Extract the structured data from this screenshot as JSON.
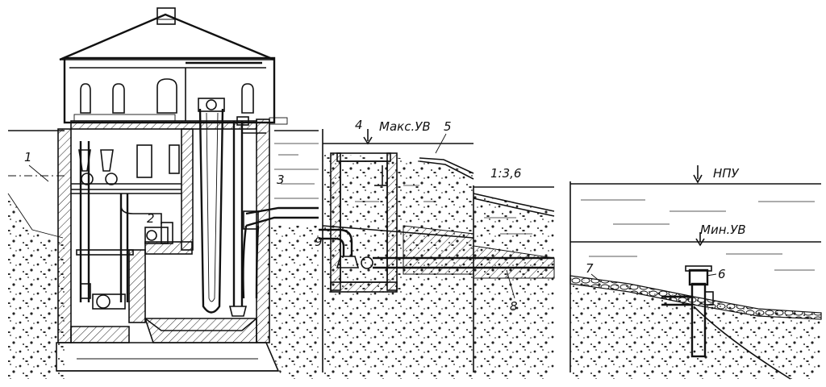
{
  "labels": {
    "l1": "1",
    "l2": "2",
    "l3": "3",
    "l4": "4",
    "l5": "5",
    "l6": "6",
    "l7": "7",
    "l8": "8",
    "l9": "9",
    "max_level": "Макс.УВ",
    "slope": "1:3,6",
    "normal_level": "НПУ",
    "min_level": "Мин.УВ"
  }
}
